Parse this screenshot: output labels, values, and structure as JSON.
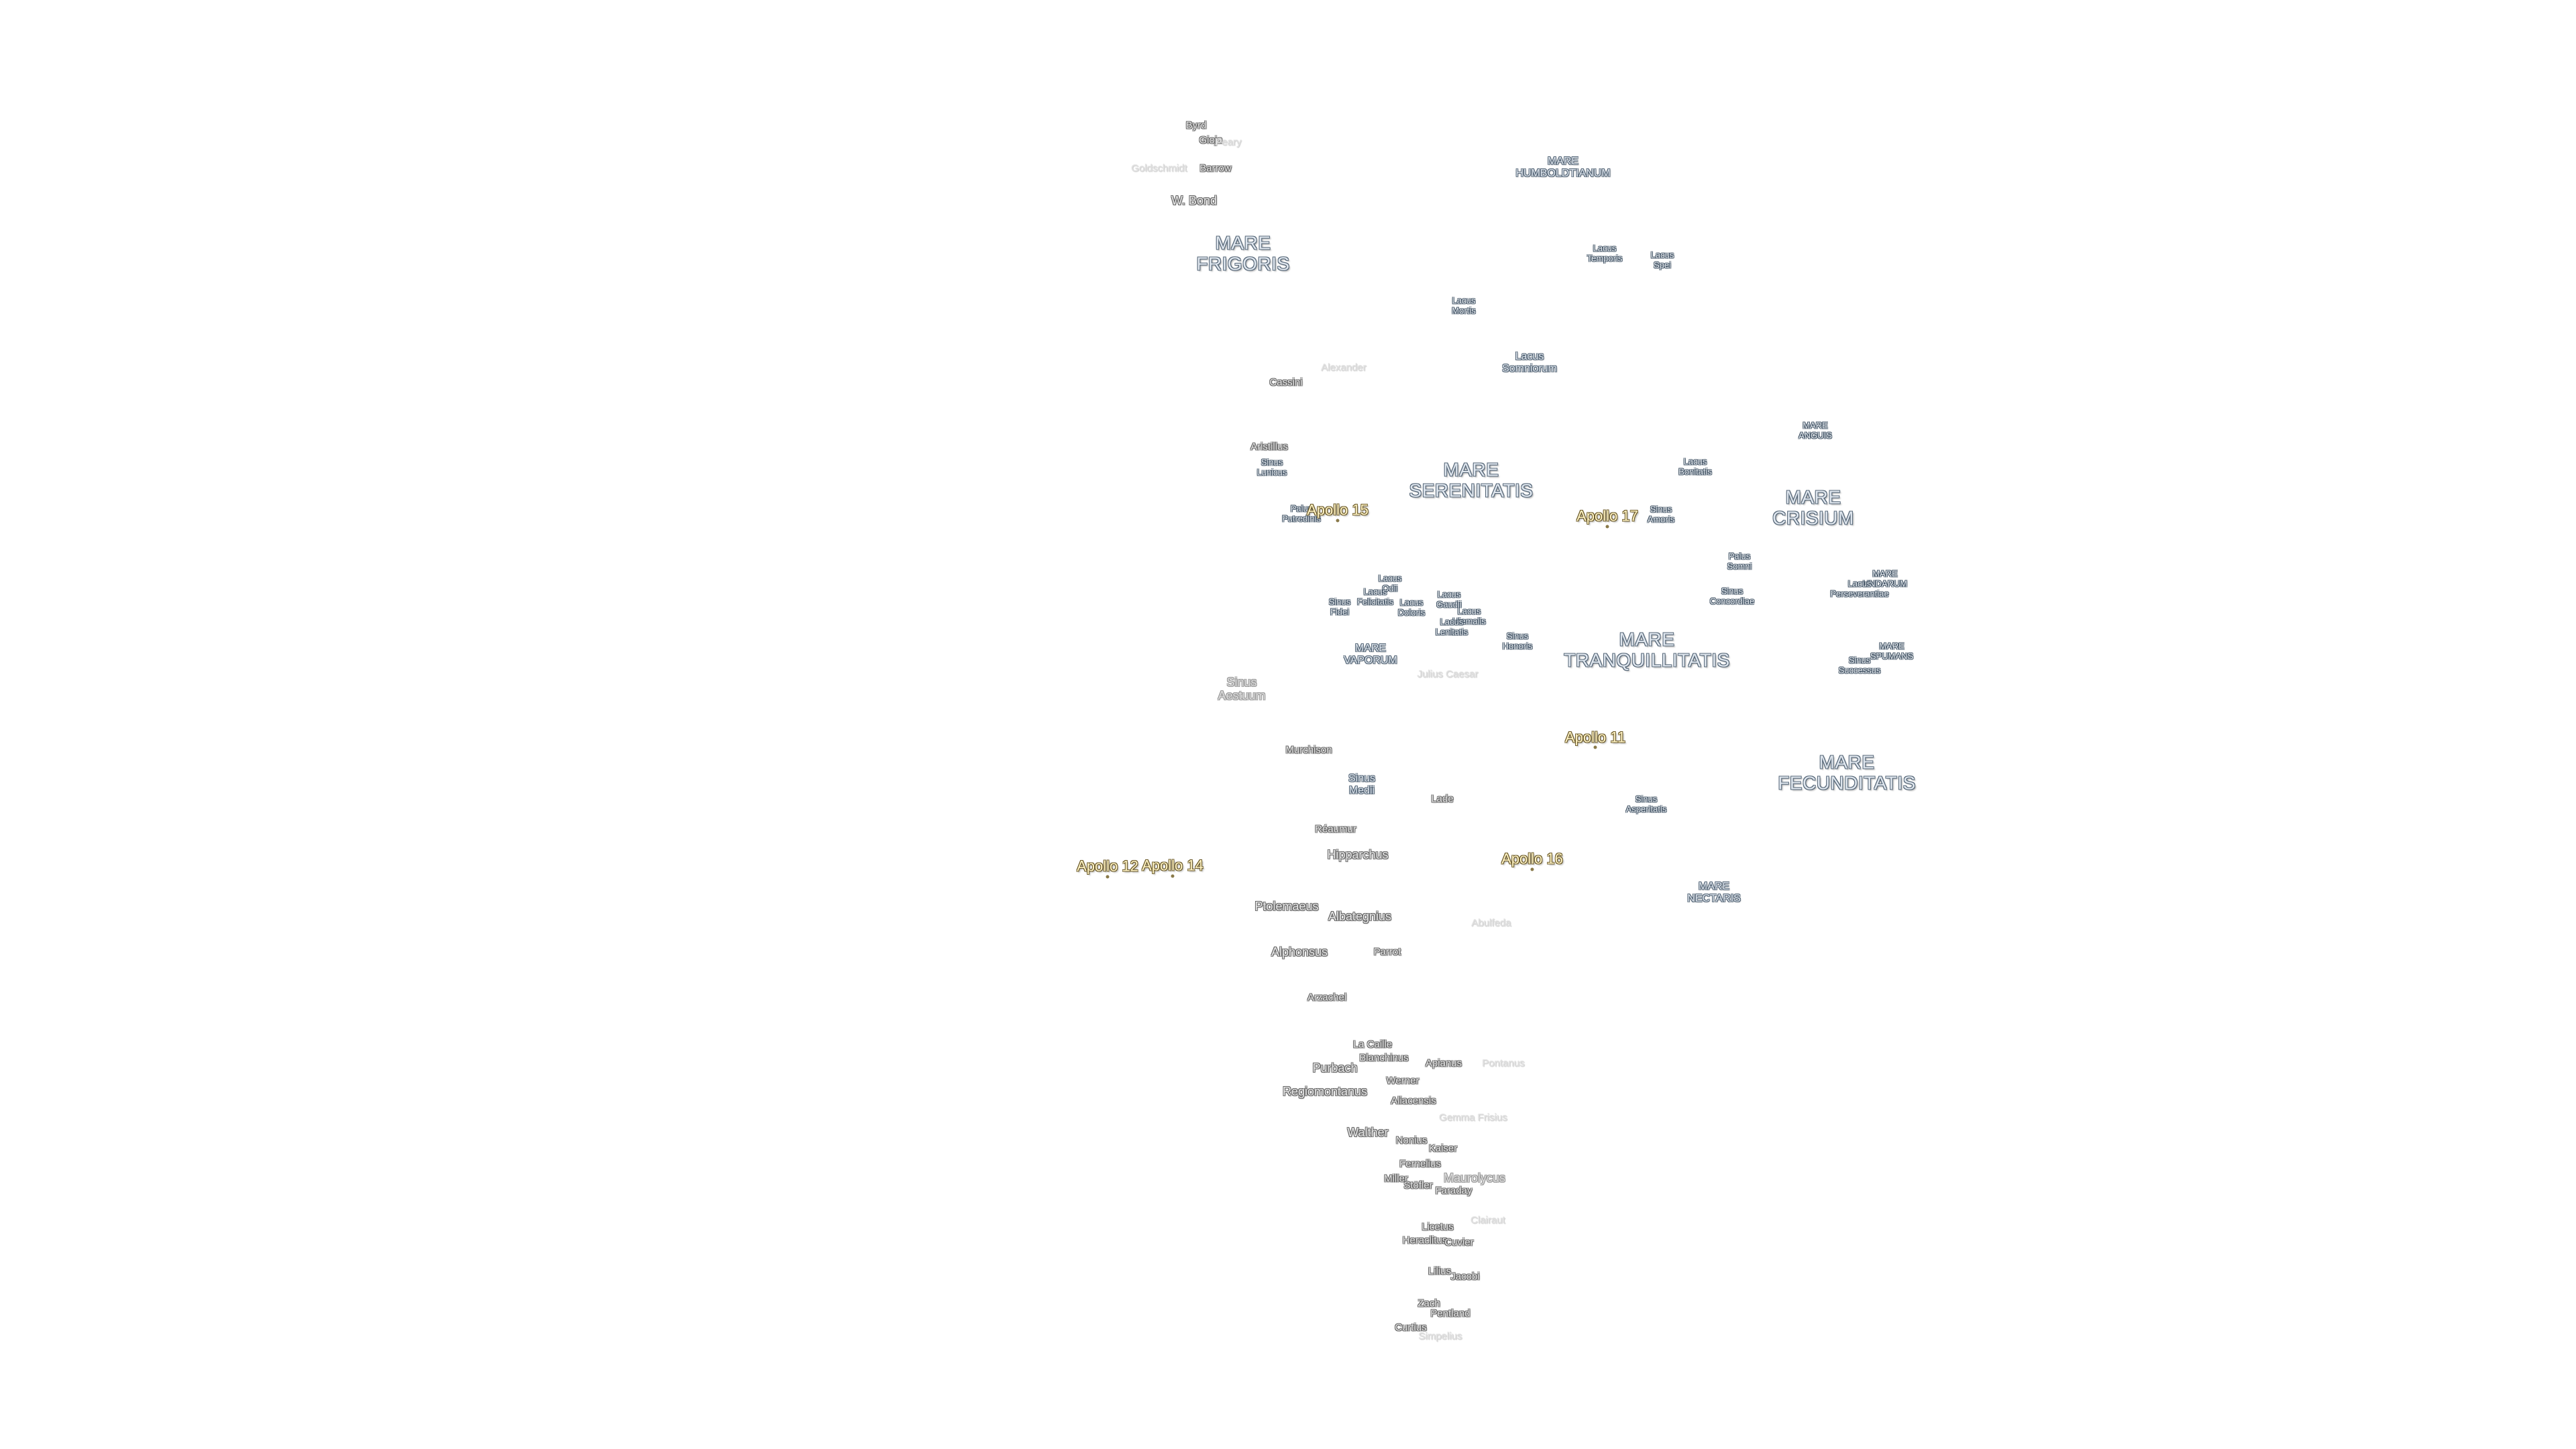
{
  "colors": {
    "background": "#ffffff",
    "apollo_label": "#fff3c4",
    "mare_label": "#dfe6ee",
    "crater_label": "#e8e8e8"
  },
  "labels": [
    {
      "text": "Byrd",
      "kind": "crater"
    },
    {
      "text": "Gioja",
      "kind": "crater"
    },
    {
      "text": "Peary",
      "kind": "faint"
    },
    {
      "text": "Goldschmidt",
      "kind": "faint"
    },
    {
      "text": "Barrow",
      "kind": "crater"
    },
    {
      "text": "W. Bond",
      "kind": "crater-l"
    },
    {
      "text": "MARE\nFRIGORIS",
      "kind": "mare"
    },
    {
      "text": "MARE\nHUMBOLDTIANUM",
      "kind": "mare-s"
    },
    {
      "text": "Lacus\nTemporis",
      "kind": "feat"
    },
    {
      "text": "Lacus\nSpei",
      "kind": "feat"
    },
    {
      "text": "Lacus\nMortis",
      "kind": "feat"
    },
    {
      "text": "Lacus\nSomniorum",
      "kind": "mare-s"
    },
    {
      "text": "Alexander",
      "kind": "faint"
    },
    {
      "text": "Cassini",
      "kind": "crater"
    },
    {
      "text": "MARE\nANGUIS",
      "kind": "feat"
    },
    {
      "text": "Aristillus",
      "kind": "crater"
    },
    {
      "text": "Sinus\nLunicus",
      "kind": "feat"
    },
    {
      "text": "Lacus\nBonitatis",
      "kind": "feat"
    },
    {
      "text": "MARE\nSERENITATIS",
      "kind": "mare"
    },
    {
      "text": "MARE\nCRISIUM",
      "kind": "mare"
    },
    {
      "text": "Palus\nPutredinis",
      "kind": "feat"
    },
    {
      "text": "Sinus\nAmoris",
      "kind": "feat"
    },
    {
      "text": "Palus\nSomni",
      "kind": "feat"
    },
    {
      "text": "MARE\nUNDARUM",
      "kind": "feat"
    },
    {
      "text": "Lacus\nPerseverantiae",
      "kind": "feat"
    },
    {
      "text": "Sinus\nConcordiae",
      "kind": "feat"
    },
    {
      "text": "Lacus\nOdii",
      "kind": "feat"
    },
    {
      "text": "Lacus\nFelicitatis",
      "kind": "feat"
    },
    {
      "text": "Sinus\nFidei",
      "kind": "feat"
    },
    {
      "text": "Lacus\nDoloris",
      "kind": "feat"
    },
    {
      "text": "Lacus\nGaudii",
      "kind": "feat"
    },
    {
      "text": "Lacus\nHiemalis",
      "kind": "feat"
    },
    {
      "text": "Lacus\nLenitatis",
      "kind": "feat"
    },
    {
      "text": "Sinus\nHonoris",
      "kind": "feat"
    },
    {
      "text": "MARE\nVAPORUM",
      "kind": "mare-s"
    },
    {
      "text": "MARE\nTRANQUILLITATIS",
      "kind": "mare"
    },
    {
      "text": "MARE\nSPUMANS",
      "kind": "feat"
    },
    {
      "text": "Sinus\nSuccessus",
      "kind": "feat"
    },
    {
      "text": "Sinus\nAestuum",
      "kind": "faint-l"
    },
    {
      "text": "Julius Caesar",
      "kind": "faint"
    },
    {
      "text": "Murchison",
      "kind": "crater"
    },
    {
      "text": "Sinus\nMedii",
      "kind": "mare-s"
    },
    {
      "text": "Lade",
      "kind": "crater"
    },
    {
      "text": "Sinus\nAsperitatis",
      "kind": "feat"
    },
    {
      "text": "MARE\nFECUNDITATIS",
      "kind": "mare"
    },
    {
      "text": "Réaumur",
      "kind": "crater"
    },
    {
      "text": "Hipparchus",
      "kind": "crater-l"
    },
    {
      "text": "MARE\nNECTARIS",
      "kind": "mare-s"
    },
    {
      "text": "Ptolemaeus",
      "kind": "crater-l"
    },
    {
      "text": "Albategnius",
      "kind": "crater-l"
    },
    {
      "text": "Abulfeda",
      "kind": "faint"
    },
    {
      "text": "Alphonsus",
      "kind": "crater-l"
    },
    {
      "text": "Parrot",
      "kind": "crater"
    },
    {
      "text": "Arzachel",
      "kind": "crater"
    },
    {
      "text": "La Caille",
      "kind": "crater"
    },
    {
      "text": "Blanchinus",
      "kind": "crater"
    },
    {
      "text": "Apianus",
      "kind": "crater"
    },
    {
      "text": "Pontanus",
      "kind": "faint"
    },
    {
      "text": "Purbach",
      "kind": "crater-l"
    },
    {
      "text": "Werner",
      "kind": "crater"
    },
    {
      "text": "Regiomontanus",
      "kind": "crater-l"
    },
    {
      "text": "Aliacensis",
      "kind": "crater"
    },
    {
      "text": "Gemma Frisius",
      "kind": "faint"
    },
    {
      "text": "Walther",
      "kind": "crater-l"
    },
    {
      "text": "Nonius",
      "kind": "crater"
    },
    {
      "text": "Kaiser",
      "kind": "crater"
    },
    {
      "text": "Fernelius",
      "kind": "crater"
    },
    {
      "text": "Maurolycus",
      "kind": "faint-l"
    },
    {
      "text": "Miller",
      "kind": "crater"
    },
    {
      "text": "Stöfler",
      "kind": "crater"
    },
    {
      "text": "Faraday",
      "kind": "crater"
    },
    {
      "text": "Heraclitus",
      "kind": "crater"
    },
    {
      "text": "Licetus",
      "kind": "crater"
    },
    {
      "text": "Cuvier",
      "kind": "crater"
    },
    {
      "text": "Clairaut",
      "kind": "faint"
    },
    {
      "text": "Lilius",
      "kind": "crater"
    },
    {
      "text": "Jacobi",
      "kind": "crater"
    },
    {
      "text": "Zach",
      "kind": "crater"
    },
    {
      "text": "Pentland",
      "kind": "crater"
    },
    {
      "text": "Curtius",
      "kind": "crater"
    },
    {
      "text": "Simpelius",
      "kind": "faint"
    },
    {
      "text": "Apollo 15",
      "kind": "apollo",
      "site": true
    },
    {
      "text": "Apollo 17",
      "kind": "apollo",
      "site": true
    },
    {
      "text": "Apollo 11",
      "kind": "apollo",
      "site": true
    },
    {
      "text": "Apollo 12",
      "kind": "apollo",
      "site": true
    },
    {
      "text": "Apollo 14",
      "kind": "apollo",
      "site": true
    },
    {
      "text": "Apollo 16",
      "kind": "apollo",
      "site": true
    }
  ]
}
